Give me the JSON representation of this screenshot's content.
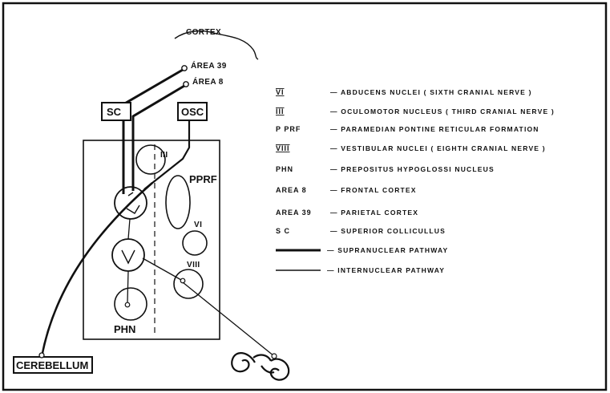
{
  "diagram": {
    "cortex_label": "CORTEX",
    "area39_label": "ÁREA 39",
    "area8_label": "ÁREA 8",
    "sc_box_label": "SC",
    "osc_box_label": "OSC",
    "pprf_label": "PPRF",
    "iii_label": "III",
    "vi_label": "VI",
    "viii_label": "VIII",
    "phn_label": "PHN",
    "cerebellum_label": "CEREBELLUM"
  },
  "legend": [
    {
      "key": "VI",
      "text": "— ABDUCENS NUCLEI ( SIXTH CRANIAL NERVE )"
    },
    {
      "key": "III",
      "text": "— OCULOMOTOR NUCLEUS ( THIRD CRANIAL NERVE )"
    },
    {
      "key": "P PRF",
      "text": "— PARAMEDIAN PONTINE RETICULAR FORMATION"
    },
    {
      "key": "VIII",
      "text": "— VESTIBULAR NUCLEI ( EIGHTH CRANIAL NERVE )"
    },
    {
      "key": "PHN",
      "text": "— PREPOSITUS HYPOGLOSSI NUCLEUS"
    },
    {
      "key": "AREA 8",
      "text": "— FRONTAL CORTEX"
    },
    {
      "key": "AREA 39",
      "text": "— PARIETAL CORTEX"
    },
    {
      "key": "S C",
      "text": "— SUPERIOR COLLICULLUS"
    },
    {
      "key": "",
      "text": "— SUPRANUCLEAR PATHWAY"
    },
    {
      "key": "",
      "text": "— INTERNUCLEAR PATHWAY"
    }
  ]
}
